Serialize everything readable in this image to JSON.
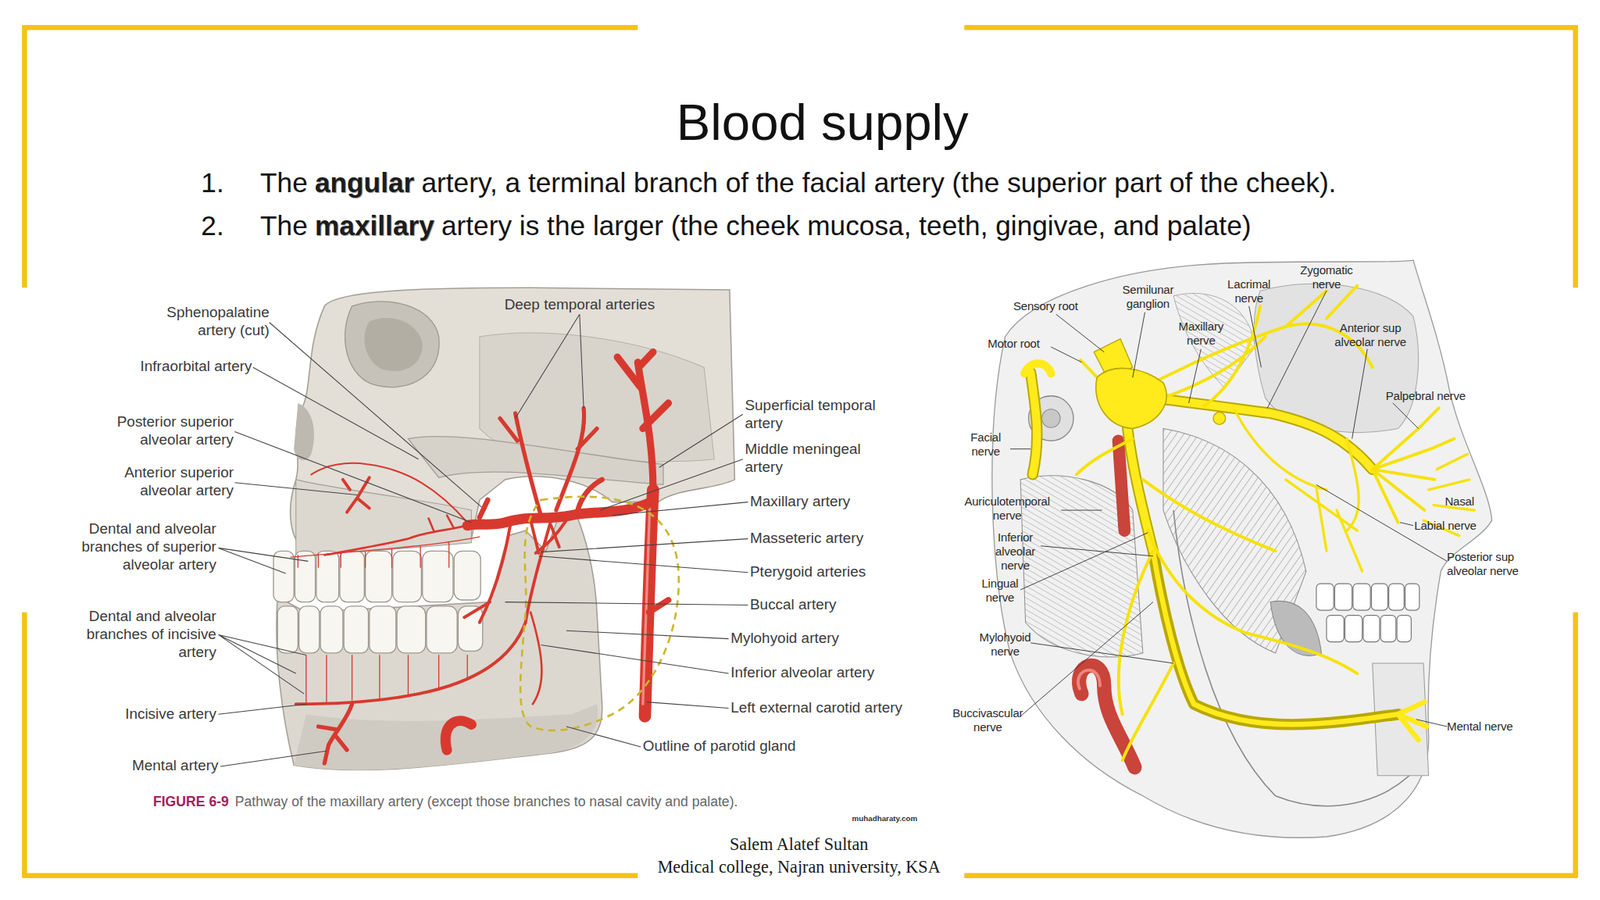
{
  "diagram": {
    "title": "Blood supply",
    "caption": "Pathway of the maxillary artery (except those branches to nasal cavity and palate).",
    "labels": [
      "1.",
      "The",
      "angular",
      "artery, a terminal branch of the facial artery (the superior part of the cheek).",
      "2.",
      "The",
      "maxillary",
      "artery is the larger (the cheek mucosa, teeth, gingivae, and palate)",
      "Sphenopalatine artery (cut)",
      "Infraorbital artery",
      "Posterior superior alveolar artery",
      "Anterior superior alveolar artery",
      "Dental and alveolar branches of superior alveolar artery",
      "Dental and alveolar branches of incisive artery",
      "Incisive artery",
      "Mental artery",
      "Deep temporal arteries",
      "Superficial temporal artery",
      "Middle meningeal artery",
      "Maxillary artery",
      "Masseteric artery",
      "Pterygoid arteries",
      "Buccal artery",
      "Mylohyoid artery",
      "Inferior alveolar artery",
      "Left external carotid artery",
      "Outline of parotid gland",
      "FIGURE 6-9",
      "muhadharaty.com",
      "Sensory root",
      "Semilunar ganglion",
      "Lacrimal nerve",
      "Zygomatic nerve",
      "Motor root",
      "Maxillary nerve",
      "Anterior sup alveolar nerve",
      "Palpebral nerve",
      "Facial nerve",
      "Auriculotemporal nerve",
      "Nasal",
      "Labial nerve",
      "Inferior alveolar nerve",
      "Lingual nerve",
      "Posterior sup alveolar nerve",
      "Mylohyoid nerve",
      "Buccivascular nerve",
      "Mental nerve",
      "Salem Alatef Sultan",
      "Medical college, Najran university, KSA"
    ]
  }
}
